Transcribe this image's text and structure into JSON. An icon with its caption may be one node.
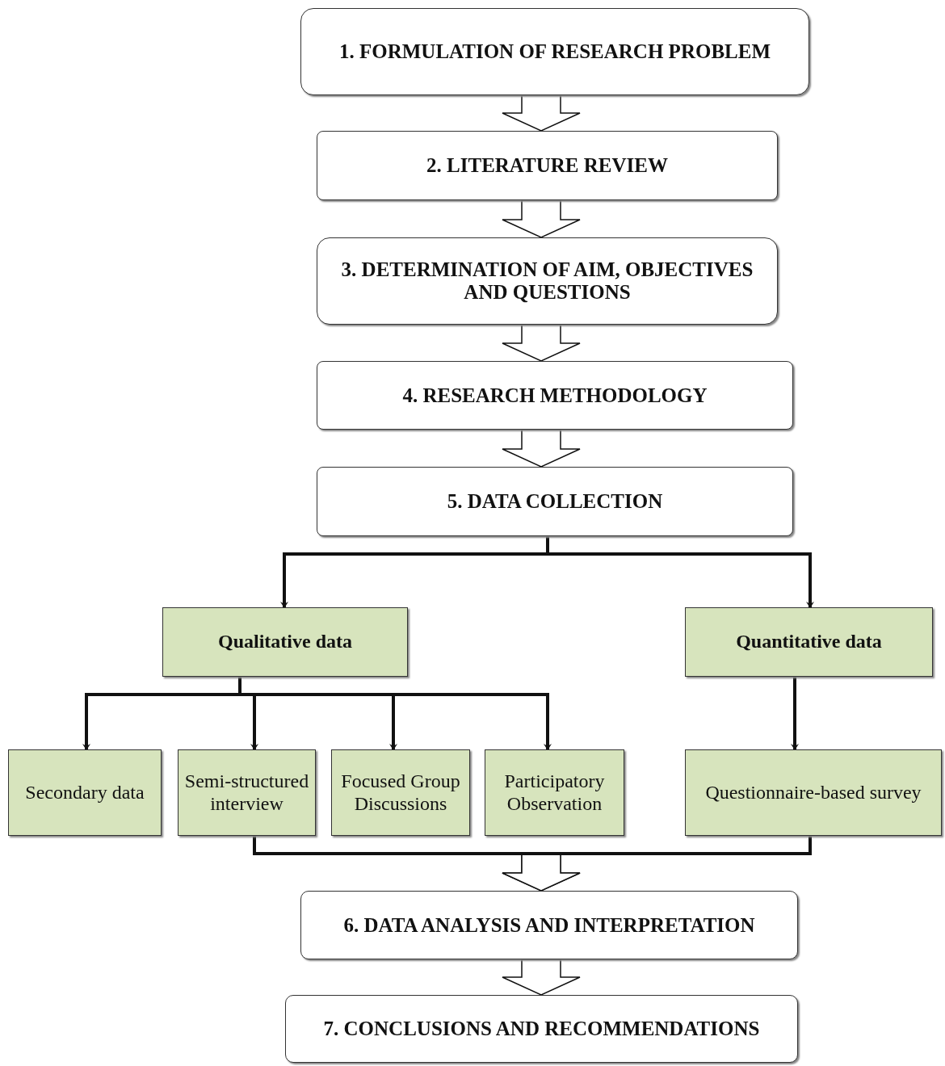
{
  "diagram": {
    "nodes": [
      {
        "text": [
          "1. FORMULATION OF RESEARCH PROBLEM"
        ]
      },
      {
        "text": [
          "2. LITERATURE REVIEW"
        ]
      },
      {
        "text": [
          "3. DETERMINATION OF AIM, OBJECTIVES AND QUESTIONS"
        ]
      },
      {
        "text": [
          "4. RESEARCH METHODOLOGY"
        ]
      },
      {
        "text": [
          "5. DATA COLLECTION"
        ]
      },
      {
        "text": [
          "Qualitative data"
        ]
      },
      {
        "text": [
          "Quantitative data"
        ]
      },
      {
        "text": [
          "Secondary data"
        ]
      },
      {
        "text": [
          "Semi-structured interview"
        ]
      },
      {
        "text": [
          "Focused Group Discussions"
        ]
      },
      {
        "text": [
          "Participatory Observation"
        ]
      },
      {
        "text": [
          "Questionnaire-based survey"
        ]
      },
      {
        "text": [
          "6.  DATA ANALYSIS AND INTERPRETATION"
        ]
      },
      {
        "text": [
          "7.  CONCLUSIONS AND RECOMMENDATIONS"
        ]
      }
    ],
    "edges": [
      {
        "from": 0,
        "to": 1,
        "arrow": "to",
        "style": "thick"
      },
      {
        "from": 1,
        "to": 2,
        "arrow": "to",
        "style": "thick"
      },
      {
        "from": 2,
        "to": 3,
        "arrow": "to",
        "style": "thick"
      },
      {
        "from": 3,
        "to": 4,
        "arrow": "to",
        "style": "thick"
      },
      {
        "from": 4,
        "to": 5,
        "arrow": "to"
      },
      {
        "from": 4,
        "to": 6,
        "arrow": "to"
      },
      {
        "from": 5,
        "to": 7,
        "arrow": "to"
      },
      {
        "from": 5,
        "to": 8,
        "arrow": "to"
      },
      {
        "from": 5,
        "to": 9,
        "arrow": "to"
      },
      {
        "from": 5,
        "to": 10,
        "arrow": "to"
      },
      {
        "from": 6,
        "to": 11,
        "arrow": "to"
      },
      {
        "from": 8,
        "to": 12,
        "arrow": "to"
      },
      {
        "from": 11,
        "to": 12,
        "arrow": "to"
      },
      {
        "from": 12,
        "to": 13,
        "arrow": "to",
        "style": "thick"
      }
    ]
  }
}
